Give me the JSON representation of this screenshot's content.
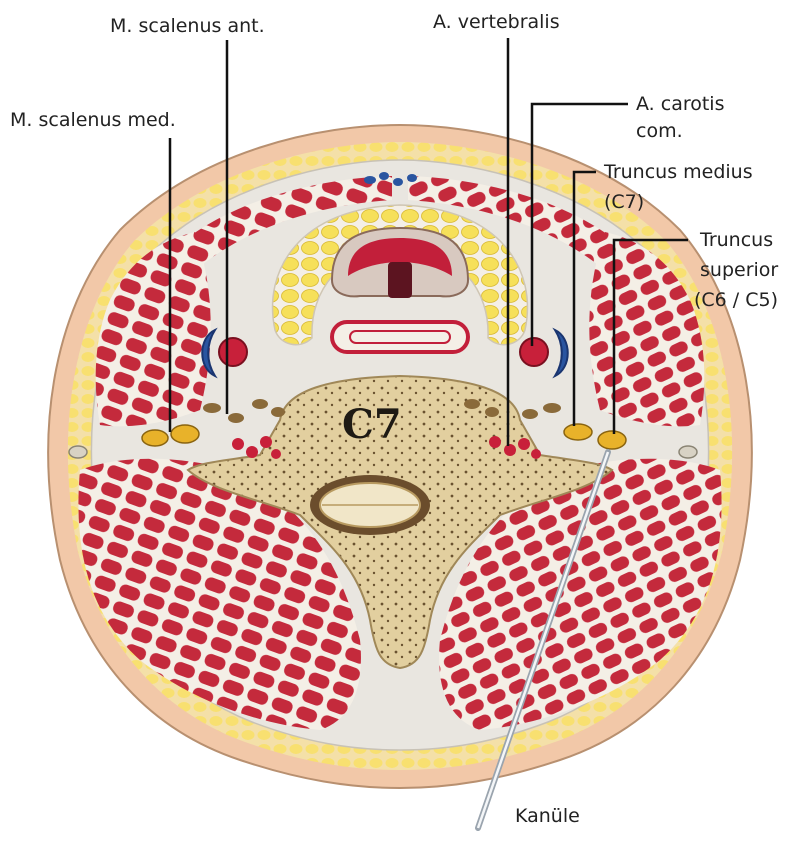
{
  "vertebra_label": "C7",
  "labels": {
    "scalenus_ant": "M. scalenus ant.",
    "vertebralis": "A. vertebralis",
    "scalenus_med": "M. scalenus med.",
    "carotis_1": "A. carotis",
    "carotis_2": "com.",
    "truncus_medius_1": "Truncus medius",
    "truncus_medius_2": "(C7)",
    "truncus_superior_1": "Truncus",
    "truncus_superior_2": "superior",
    "truncus_superior_3": "(C6 / C5)",
    "kanule": "Kanüle"
  },
  "colors": {
    "skin": "#f2c8a8",
    "fat": "#f7dc8a",
    "fascia": "#e9e6e0",
    "muscle": "#c42a3c",
    "bone": "#e2cf9f",
    "artery": "#c8203a",
    "vein": "#2a55a0",
    "nerve": "#e8b22a",
    "leader_line": "#111111"
  }
}
